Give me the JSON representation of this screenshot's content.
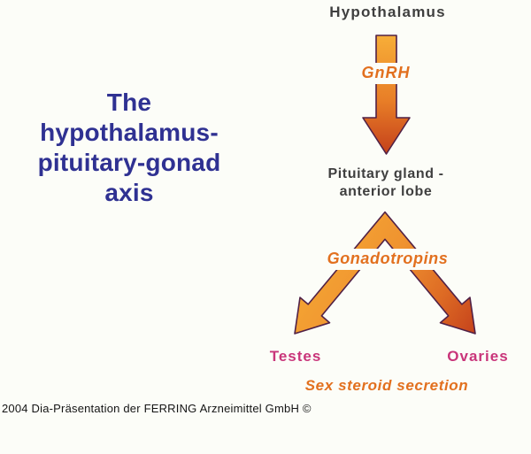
{
  "title": {
    "text": "The hypothalamus-pituitary-gonad axis",
    "lines": [
      "The",
      "hypothalamus-",
      "pituitary-gonad",
      "axis"
    ],
    "color": "#2f3192"
  },
  "diagram": {
    "hypothalamus": {
      "label": "Hypothalamus"
    },
    "gnrh": {
      "label": "GnRH"
    },
    "pituitary": {
      "line1": "Pituitary gland -",
      "line2": "anterior lobe"
    },
    "gonadotropins": {
      "label": "Gonadotropins"
    },
    "testes": {
      "label": "Testes"
    },
    "ovaries": {
      "label": "Ovaries"
    },
    "sex_steroid": {
      "label": "Sex steroid secretion"
    },
    "colors": {
      "node_text": "#3f3f3f",
      "hormone_text": "#e2701f",
      "gonad_text": "#c9357a",
      "arrow_light": "#f7ae38",
      "arrow_mid": "#e87e27",
      "arrow_dark": "#c4401b",
      "arrow_outline": "#502146"
    }
  },
  "footer": {
    "text": "2004 Dia-Präsentation der FERRING Arzneimittel GmbH ©"
  }
}
